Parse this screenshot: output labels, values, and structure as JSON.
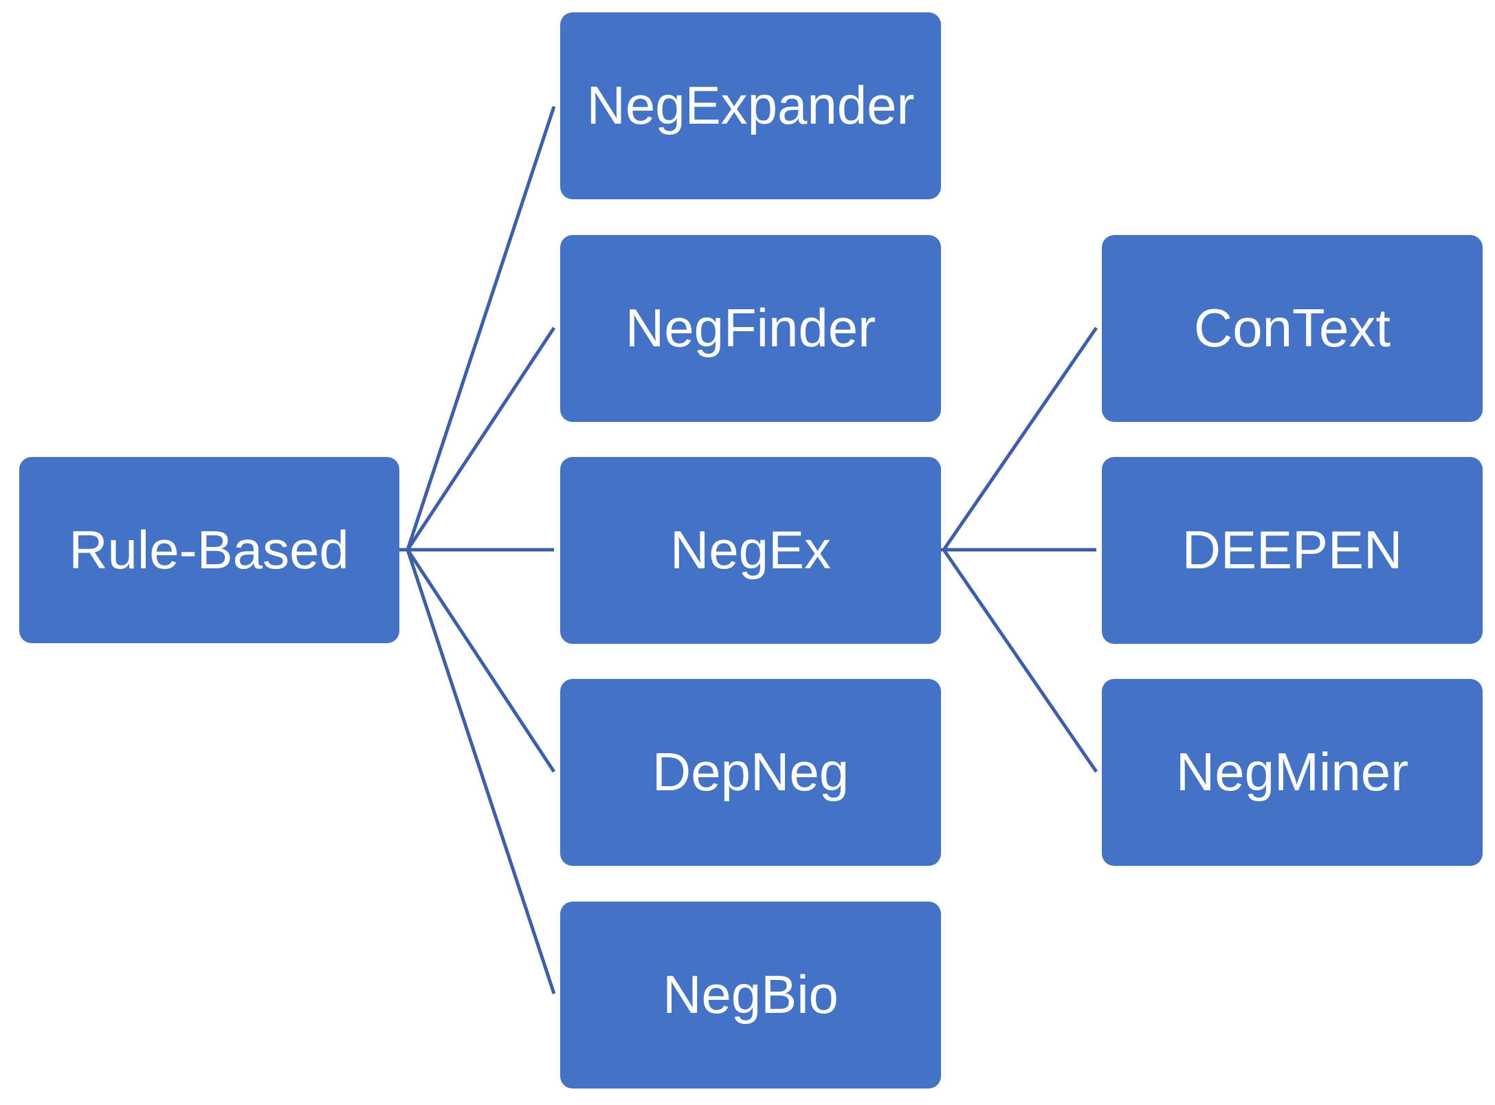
{
  "diagram": {
    "root": "Rule-Based",
    "level1": [
      "NegExpander",
      "NegFinder",
      "NegEx",
      "DepNeg",
      "NegBio"
    ],
    "negex_children": [
      "ConText",
      "DEEPEN",
      "NegMiner"
    ]
  },
  "colors": {
    "box_fill": "#4472C4",
    "connector": "#3E5FA8",
    "text": "#ffffff"
  }
}
